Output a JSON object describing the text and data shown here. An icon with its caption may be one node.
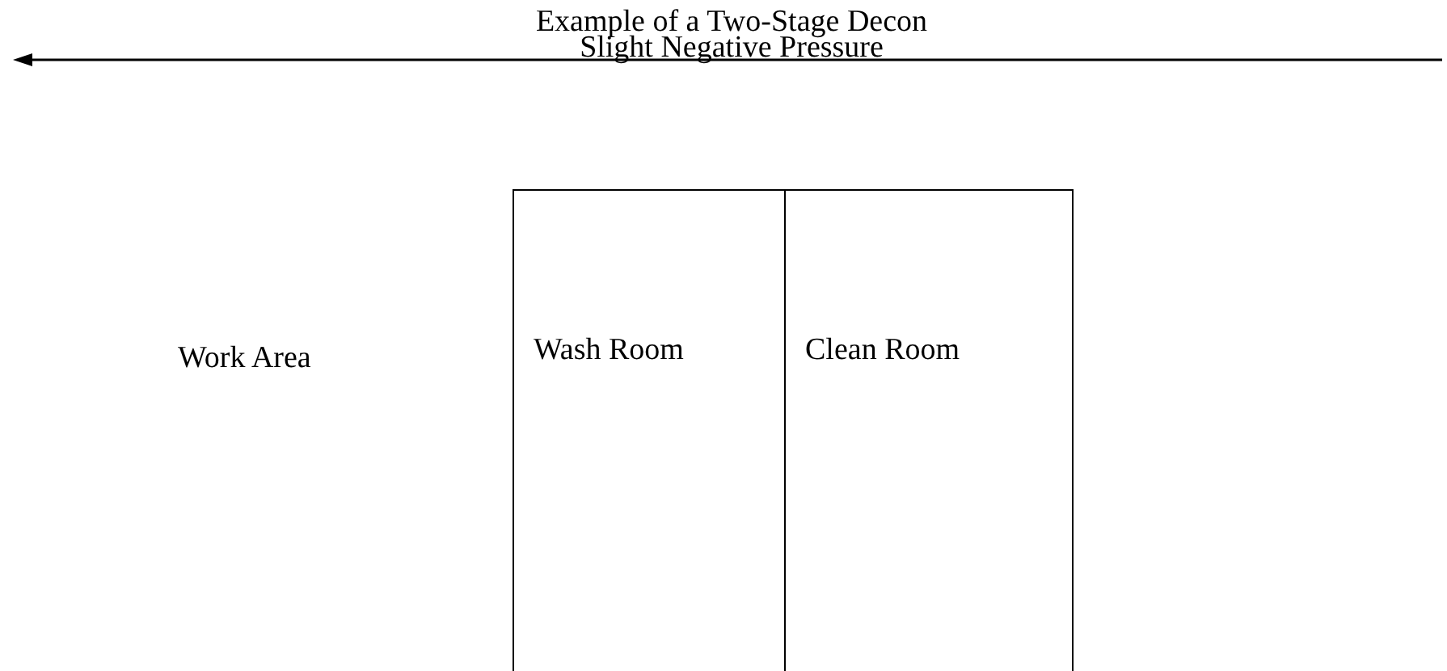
{
  "diagram": {
    "title": "Example of a Two-Stage Decon",
    "nodes": [
      {
        "text": [
          "Wash Room"
        ]
      },
      {
        "text": [
          "Clean Room"
        ]
      }
    ],
    "labels": [
      "Slight Negative Pressure",
      "Work Area"
    ]
  }
}
